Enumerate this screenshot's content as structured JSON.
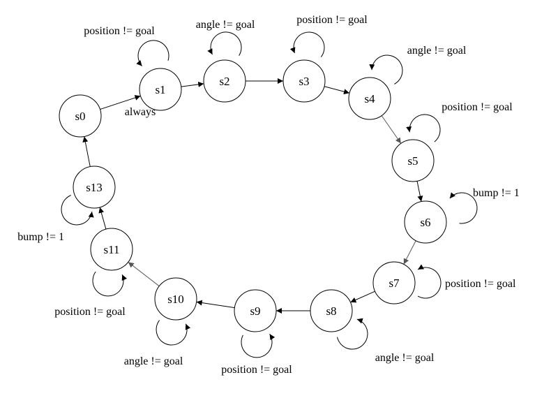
{
  "diagram": {
    "type": "state-machine",
    "colors": {
      "stroke": "#000000",
      "edge_gray": "#555555",
      "background": "#ffffff"
    },
    "states": [
      {
        "id": "s0",
        "label": "s0"
      },
      {
        "id": "s1",
        "label": "s1"
      },
      {
        "id": "s2",
        "label": "s2"
      },
      {
        "id": "s3",
        "label": "s3"
      },
      {
        "id": "s4",
        "label": "s4"
      },
      {
        "id": "s5",
        "label": "s5"
      },
      {
        "id": "s6",
        "label": "s6"
      },
      {
        "id": "s7",
        "label": "s7"
      },
      {
        "id": "s8",
        "label": "s8"
      },
      {
        "id": "s9",
        "label": "s9"
      },
      {
        "id": "s10",
        "label": "s10"
      },
      {
        "id": "s11",
        "label": "s11"
      },
      {
        "id": "s13",
        "label": "s13"
      }
    ],
    "transitions": [
      {
        "from": "s0",
        "to": "s1",
        "label": "always"
      },
      {
        "from": "s1",
        "to": "s2",
        "label": ""
      },
      {
        "from": "s2",
        "to": "s3",
        "label": ""
      },
      {
        "from": "s3",
        "to": "s4",
        "label": ""
      },
      {
        "from": "s4",
        "to": "s5",
        "label": ""
      },
      {
        "from": "s5",
        "to": "s6",
        "label": ""
      },
      {
        "from": "s6",
        "to": "s7",
        "label": ""
      },
      {
        "from": "s7",
        "to": "s8",
        "label": ""
      },
      {
        "from": "s8",
        "to": "s9",
        "label": ""
      },
      {
        "from": "s9",
        "to": "s10",
        "label": ""
      },
      {
        "from": "s10",
        "to": "s11",
        "label": ""
      },
      {
        "from": "s11",
        "to": "s13",
        "label": ""
      },
      {
        "from": "s13",
        "to": "s0",
        "label": ""
      }
    ],
    "self_loops": [
      {
        "state": "s1",
        "label": "position != goal"
      },
      {
        "state": "s2",
        "label": "angle != goal"
      },
      {
        "state": "s3",
        "label": "position != goal"
      },
      {
        "state": "s4",
        "label": "angle != goal"
      },
      {
        "state": "s5",
        "label": "position != goal"
      },
      {
        "state": "s6",
        "label": "bump != 1"
      },
      {
        "state": "s7",
        "label": "position != goal"
      },
      {
        "state": "s8",
        "label": "angle != goal"
      },
      {
        "state": "s9",
        "label": "position != goal"
      },
      {
        "state": "s10",
        "label": "angle != goal"
      },
      {
        "state": "s11",
        "label": "position != goal"
      },
      {
        "state": "s13",
        "label": "bump != 1"
      }
    ]
  }
}
